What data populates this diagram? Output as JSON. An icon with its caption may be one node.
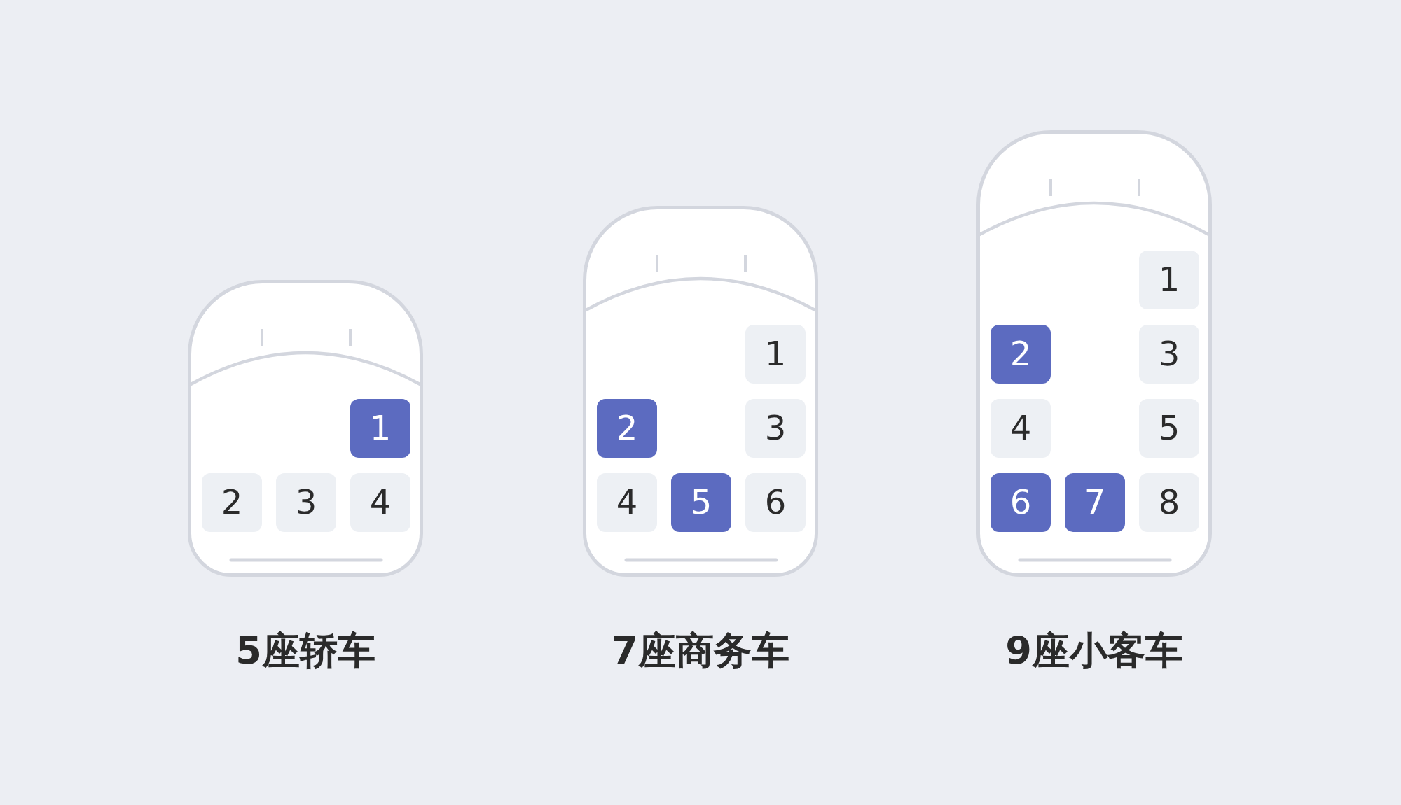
{
  "diagram": {
    "nodes": [
      {
        "text": [
          "5座轿车"
        ]
      },
      {
        "text": [
          "1"
        ],
        "in": 0
      },
      {
        "text": [
          "2"
        ],
        "in": 0
      },
      {
        "text": [
          "3"
        ],
        "in": 0
      },
      {
        "text": [
          "4"
        ],
        "in": 0
      },
      {
        "text": [
          "7座商务车"
        ]
      },
      {
        "text": [
          "1"
        ],
        "in": 5
      },
      {
        "text": [
          "2"
        ],
        "in": 5
      },
      {
        "text": [
          "3"
        ],
        "in": 5
      },
      {
        "text": [
          "4"
        ],
        "in": 5
      },
      {
        "text": [
          "5"
        ],
        "in": 5
      },
      {
        "text": [
          "6"
        ],
        "in": 5
      },
      {
        "text": [
          "9座小客车"
        ]
      },
      {
        "text": [
          "1"
        ],
        "in": 12
      },
      {
        "text": [
          "2"
        ],
        "in": 12
      },
      {
        "text": [
          "3"
        ],
        "in": 12
      },
      {
        "text": [
          "4"
        ],
        "in": 12
      },
      {
        "text": [
          "5"
        ],
        "in": 12
      },
      {
        "text": [
          "6"
        ],
        "in": 12
      },
      {
        "text": [
          "7"
        ],
        "in": 12
      },
      {
        "text": [
          "8"
        ],
        "in": 12
      }
    ]
  }
}
